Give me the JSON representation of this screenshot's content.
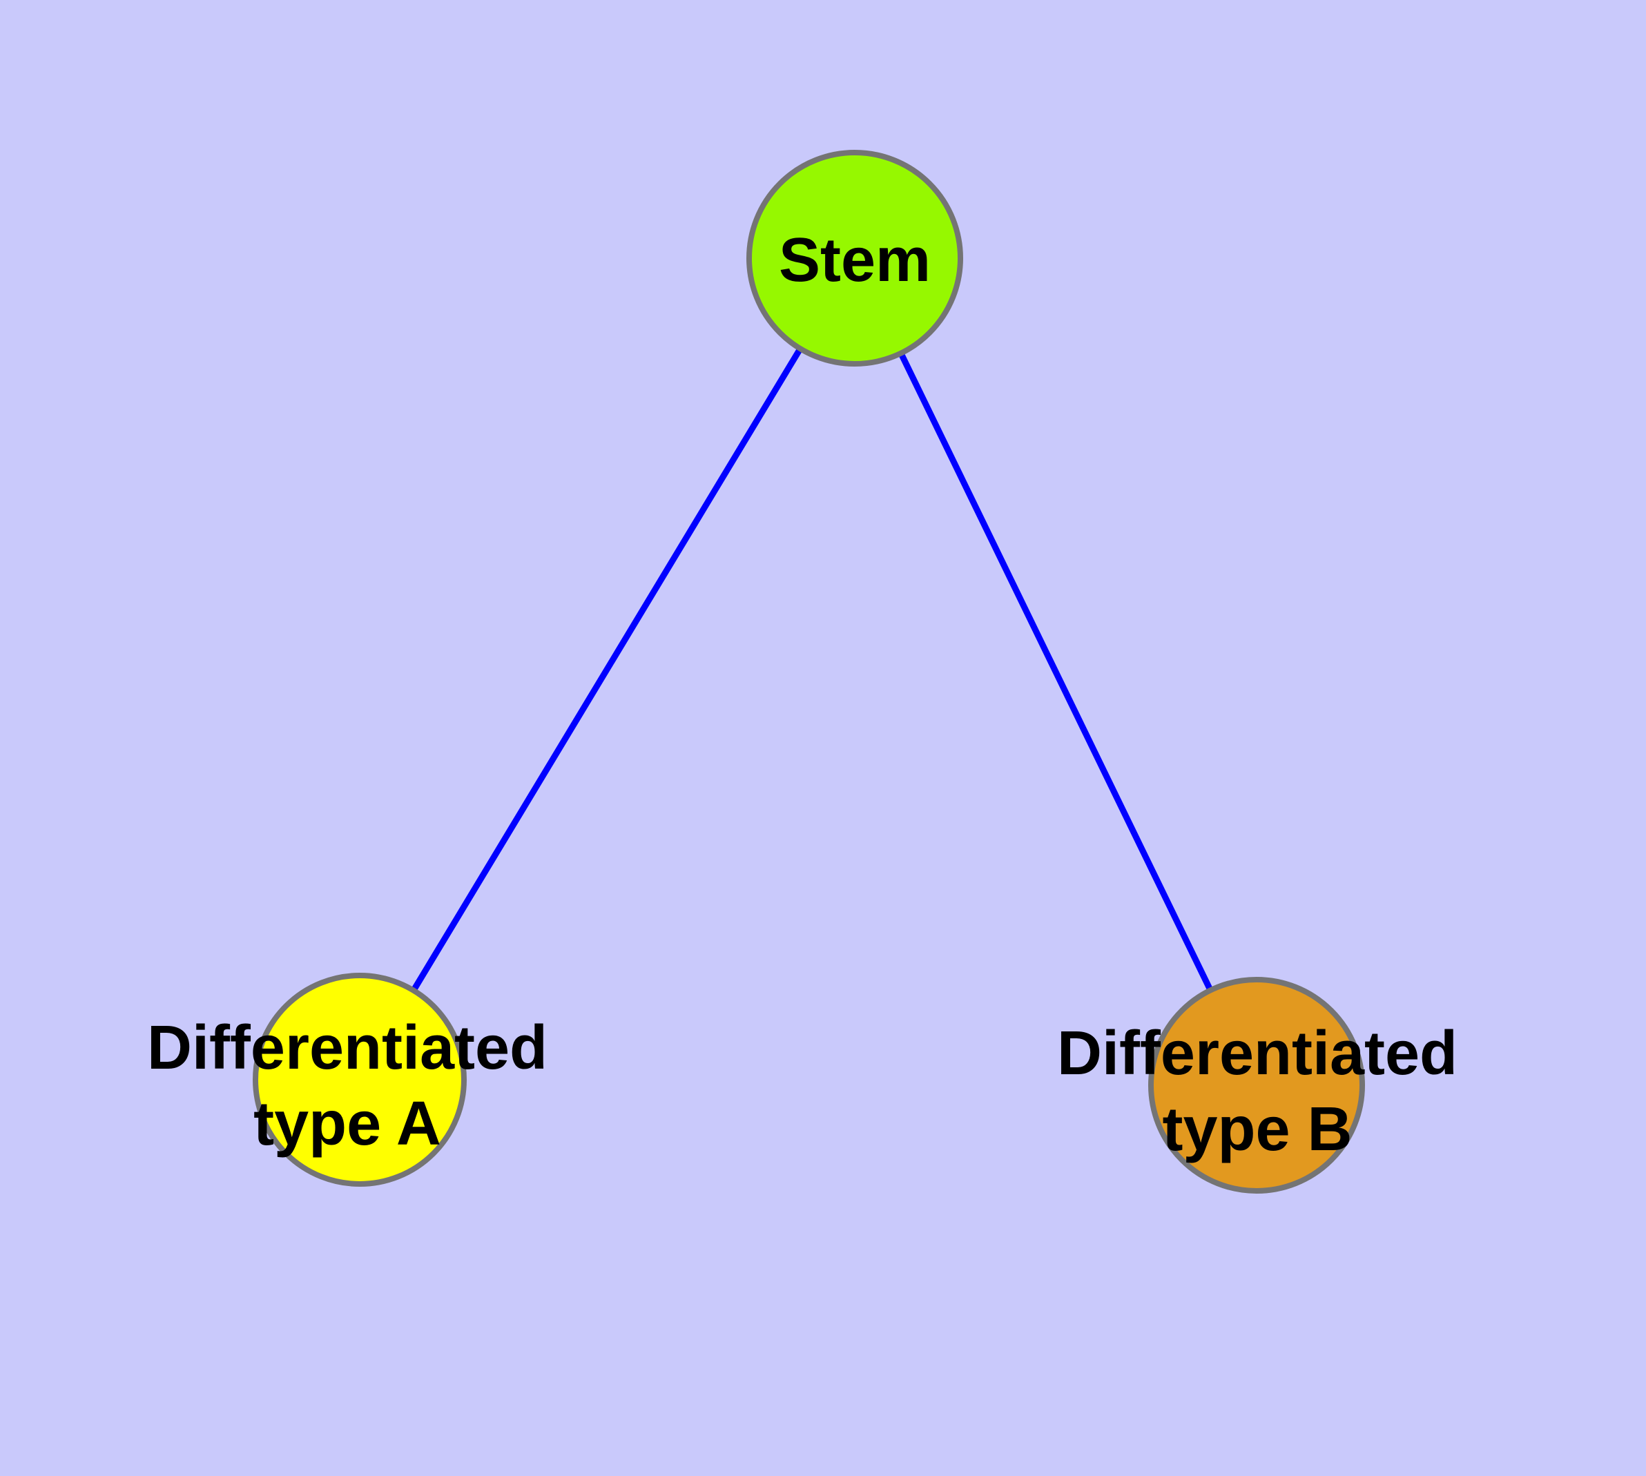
{
  "canvas": {
    "background_color": "#C9C9FB"
  },
  "graph": {
    "title": "",
    "edge_color": "#0000FF",
    "node_border_color": "#747474",
    "nodes": [
      {
        "id": "stem",
        "label": "Stem",
        "fill_color": "#96F800",
        "text_color": "#000000"
      },
      {
        "id": "differentiated-type-a",
        "label": "Differentiated type A",
        "label_lines": [
          "Differentiated",
          "type A"
        ],
        "fill_color": "#FFFF00",
        "text_color": "#000000"
      },
      {
        "id": "differentiated-type-b",
        "label": "Differentiated type B",
        "label_lines": [
          "Differentiated",
          "type B"
        ],
        "fill_color": "#E2991F",
        "text_color": "#000000"
      }
    ],
    "edges": [
      {
        "from": "stem",
        "to": "differentiated-type-a"
      },
      {
        "from": "stem",
        "to": "differentiated-type-b"
      }
    ]
  }
}
